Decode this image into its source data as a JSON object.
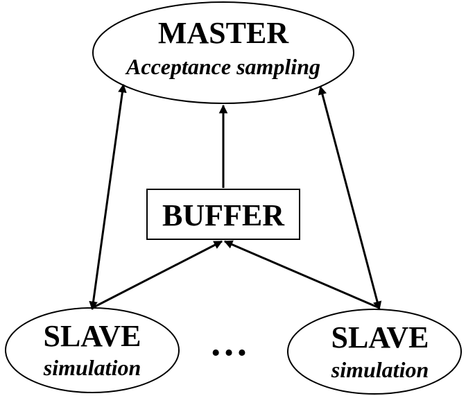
{
  "master": {
    "title": "MASTER",
    "subtitle": "Acceptance sampling"
  },
  "buffer": {
    "label": "BUFFER"
  },
  "slaves": [
    {
      "title": "SLAVE",
      "subtitle": "simulation"
    },
    {
      "title": "SLAVE",
      "subtitle": "simulation"
    }
  ],
  "ellipsis": "…"
}
